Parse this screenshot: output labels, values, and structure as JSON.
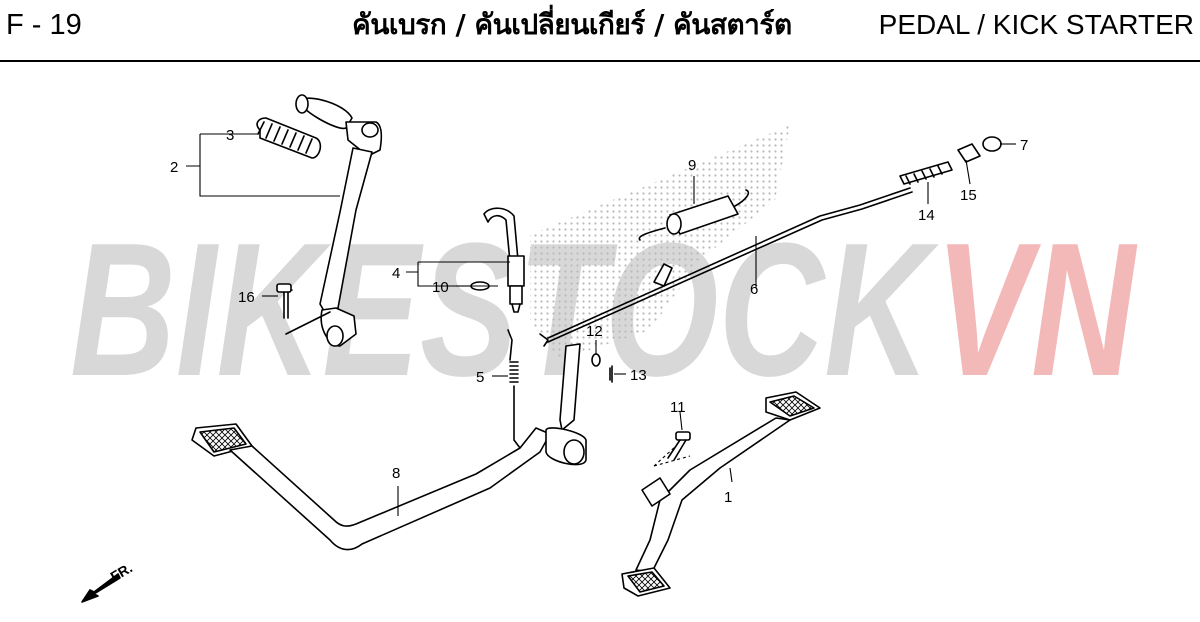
{
  "header": {
    "page_code": "F - 19",
    "title_thai": "คันเบรก / คันเปลี่ยนเกียร์ / คันสตาร์ต",
    "title_en": "PEDAL / KICK STARTER"
  },
  "watermark": {
    "text_dark": "BIKESTOCK",
    "text_red": "VN",
    "color_dark": "#d6d6d6",
    "color_red": "#f3b6b6"
  },
  "direction_label": "FR.",
  "callouts": [
    {
      "id": "c1",
      "label": "1",
      "part": "brake pedal"
    },
    {
      "id": "c2",
      "label": "2",
      "part": "kick starter arm"
    },
    {
      "id": "c3",
      "label": "3",
      "part": "kick starter rubber"
    },
    {
      "id": "c4",
      "label": "4",
      "part": "stop switch"
    },
    {
      "id": "c5",
      "label": "5",
      "part": "spring"
    },
    {
      "id": "c6",
      "label": "6",
      "part": "brake rod"
    },
    {
      "id": "c7",
      "label": "7",
      "part": "adjusting nut"
    },
    {
      "id": "c8",
      "label": "8",
      "part": "change pedal"
    },
    {
      "id": "c9",
      "label": "9",
      "part": "return spring"
    },
    {
      "id": "c10",
      "label": "10",
      "part": "clip"
    },
    {
      "id": "c11",
      "label": "11",
      "part": "bolt"
    },
    {
      "id": "c12",
      "label": "12",
      "part": "washer"
    },
    {
      "id": "c13",
      "label": "13",
      "part": "cotter pin"
    },
    {
      "id": "c14",
      "label": "14",
      "part": "rod spring"
    },
    {
      "id": "c15",
      "label": "15",
      "part": "joint"
    },
    {
      "id": "c16",
      "label": "16",
      "part": "bolt"
    }
  ],
  "colors": {
    "line": "#000000",
    "part_fill": "#ffffff",
    "shade": "#bbbbbb"
  }
}
